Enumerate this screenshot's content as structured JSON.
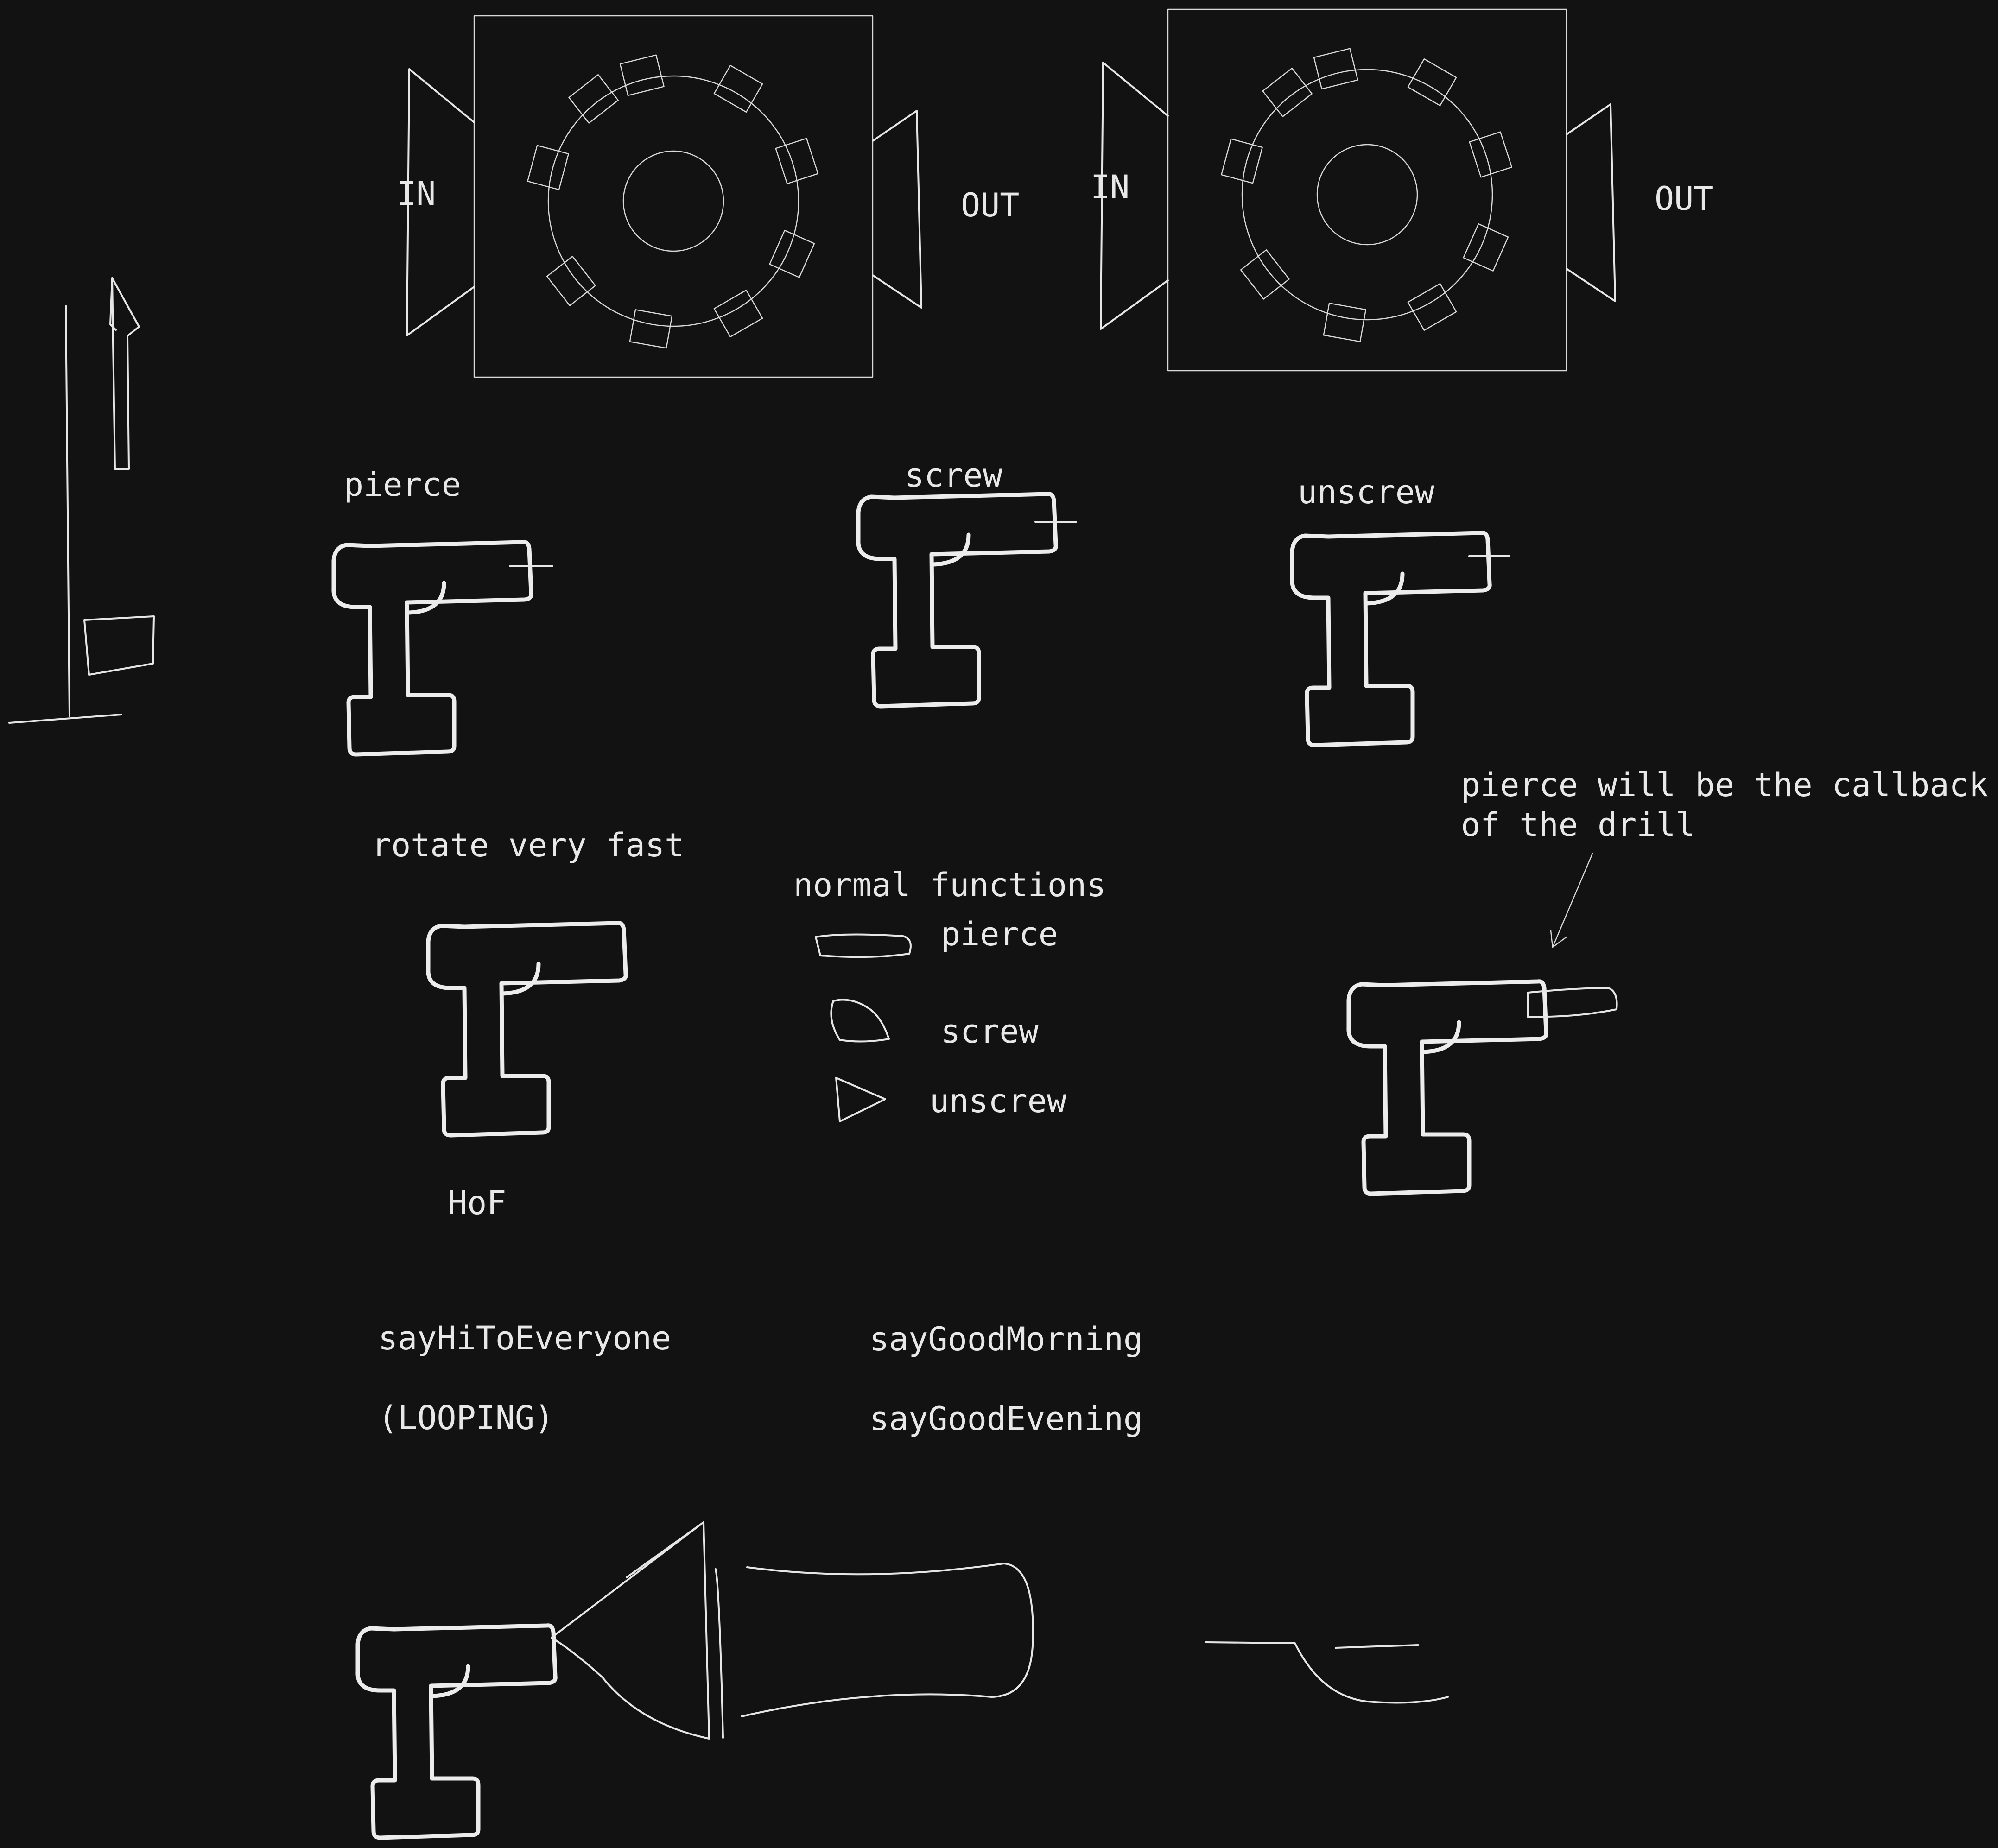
{
  "colors": {
    "background": "#121212",
    "stroke": "#e6e6e6",
    "text": "#e8e8e8"
  },
  "machines": [
    {
      "in_label": "IN",
      "out_label": "OUT"
    },
    {
      "in_label": "IN",
      "out_label": "OUT"
    }
  ],
  "drills": [
    {
      "label": "pierce"
    },
    {
      "label": "screw"
    },
    {
      "label": "unscrew"
    }
  ],
  "hof": {
    "caption": "rotate very fast",
    "label": "HoF"
  },
  "normal_functions": {
    "title": "normal functions",
    "items": [
      {
        "label": "pierce",
        "icon": "flat-bit-icon"
      },
      {
        "label": "screw",
        "icon": "rounded-bit-icon"
      },
      {
        "label": "unscrew",
        "icon": "triangle-bit-icon"
      }
    ]
  },
  "callback_note": {
    "line1": "pierce will be the callback",
    "line2": "of the drill"
  },
  "examples": {
    "hof_name": "sayHiToEveryone",
    "hof_note": "(LOOPING)",
    "callback_1": "sayGoodMorning",
    "callback_2": "sayGoodEvening"
  }
}
